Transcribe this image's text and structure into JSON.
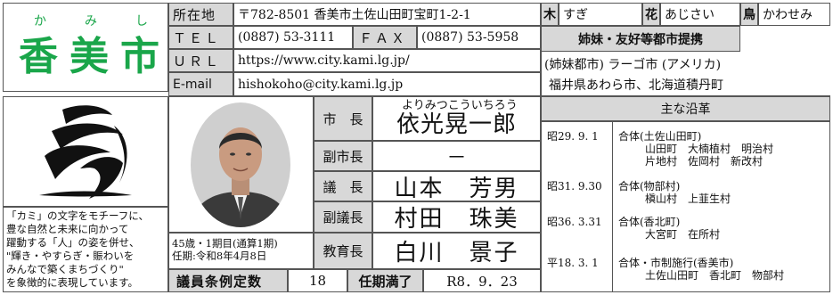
{
  "city": {
    "name_ruby": [
      "か",
      "み",
      "し"
    ],
    "name_chars": [
      "香",
      "美",
      "市"
    ],
    "name_color": "#1aa64a"
  },
  "contact": {
    "address_label": "所在地",
    "address": "〒782-8501 香美市土佐山田町宝町1-2-1",
    "tel_label": "ＴＥＬ",
    "tel": "(0887) 53-3111",
    "fax_label": "ＦＡＸ",
    "fax": "(0887) 53-5958",
    "url_label": "ＵＲＬ",
    "url": "https://www.city.kami.lg.jp/",
    "email_label": "E-mail",
    "email": "hishokoho@city.kami.lg.jp"
  },
  "symbols": {
    "tree_label": "木",
    "tree": "すぎ",
    "flower_label": "花",
    "flower": "あじさい",
    "bird_label": "鳥",
    "bird": "かわせみ"
  },
  "sister": {
    "header": "姉妹・友好等都市提携",
    "line1": "(姉妹都市) ラーゴ市 (アメリカ)",
    "line2": "福井県あわら市、北海道積丹町"
  },
  "logo": {
    "description": [
      "「カミ」の文字をモチーフに、",
      "豊な自然と未来に向かって",
      "躍動する「人」の姿を併せ、",
      "\"輝き・やすらぎ・賑わいを",
      "みんなで築くまちづくり\"",
      "を象徴的に表現しています。"
    ]
  },
  "mayor": {
    "term_line1": "45歳・1期目(通算1期)",
    "term_line2": "任期:令和8年4月8日"
  },
  "officials": [
    {
      "title": "市　長",
      "ruby": "よりみつこういちろう",
      "name": "依光晃一郎"
    },
    {
      "title": "副市長",
      "ruby": "",
      "name": "－"
    },
    {
      "title": "議　長",
      "ruby": "",
      "name": "山本　芳男"
    },
    {
      "title": "副議長",
      "ruby": "",
      "name": "村田　珠美"
    },
    {
      "title": "教育長",
      "ruby": "",
      "name": "白川　景子"
    }
  ],
  "council": {
    "seats_label": "議員条例定数",
    "seats": "18",
    "term_label": "任期満了",
    "term": "R8．9．23"
  },
  "history": {
    "header": "主な沿革",
    "items": [
      {
        "date": "昭29. 9. 1",
        "lines": [
          "合体(土佐山田町)",
          "山田町　大楠植村　明治村",
          "片地村　佐岡村　新改村"
        ]
      },
      {
        "date": "昭31. 9.30",
        "lines": [
          "合体(物部村)",
          "槇山村　上韮生村"
        ]
      },
      {
        "date": "昭36. 3.31",
        "lines": [
          "合体(香北町)",
          "大宮町　在所村"
        ]
      },
      {
        "date": "平18. 3. 1",
        "lines": [
          "合体・市制施行(香美市)",
          "土佐山田町　香北町　物部村"
        ]
      }
    ]
  }
}
